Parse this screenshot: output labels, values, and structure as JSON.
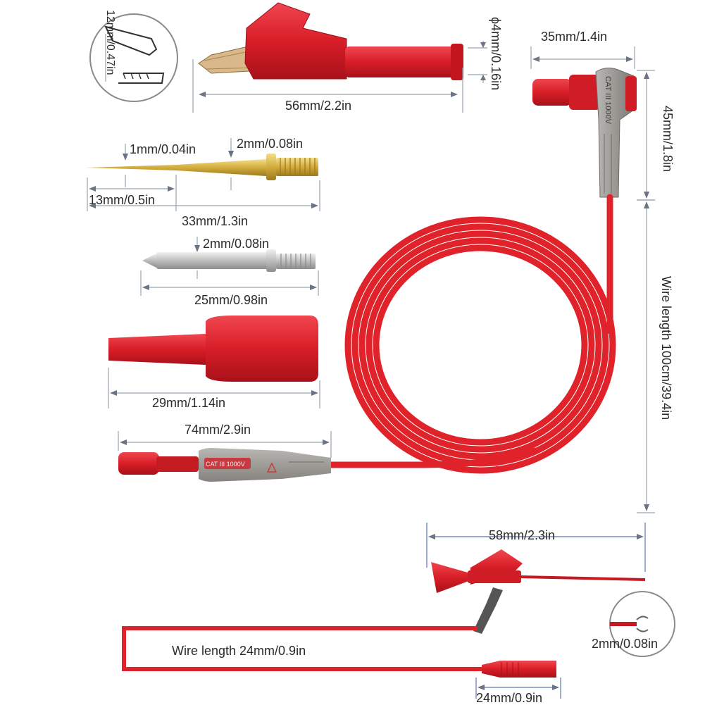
{
  "labels": {
    "clip_opening": "12mm/0.47in",
    "clip_diameter": "ϕ4mm/0.16in",
    "clip_length": "56mm/2.2in",
    "plug_width": "35mm/1.4in",
    "plug_height": "45mm/1.8in",
    "wire_length_main": "Wire length 100cm/39.4in",
    "gold_tip": "1mm/0.04in",
    "gold_thread": "2mm/0.08in",
    "gold_taper": "13mm/0.5in",
    "gold_length": "33mm/1.3in",
    "silver_thread": "2mm/0.08in",
    "silver_length": "25mm/0.98in",
    "cap_length": "29mm/1.14in",
    "probe_length": "74mm/2.9in",
    "hook_length": "58mm/2.3in",
    "hook_tip": "2mm/0.08in",
    "wire_length_hook": "Wire length 24mm/0.9in",
    "plug_small_length": "24mm/0.9in"
  },
  "markings": {
    "plug_rating": "CAT III 1000V",
    "probe_rating": "CAT III 1000V"
  },
  "colors": {
    "red": "#e0232b",
    "red_dark": "#b3141c",
    "grey": "#9b9996",
    "gold": "#d8b64a",
    "silver": "#c9c9c9",
    "dimension_line": "#9aa3b0"
  }
}
